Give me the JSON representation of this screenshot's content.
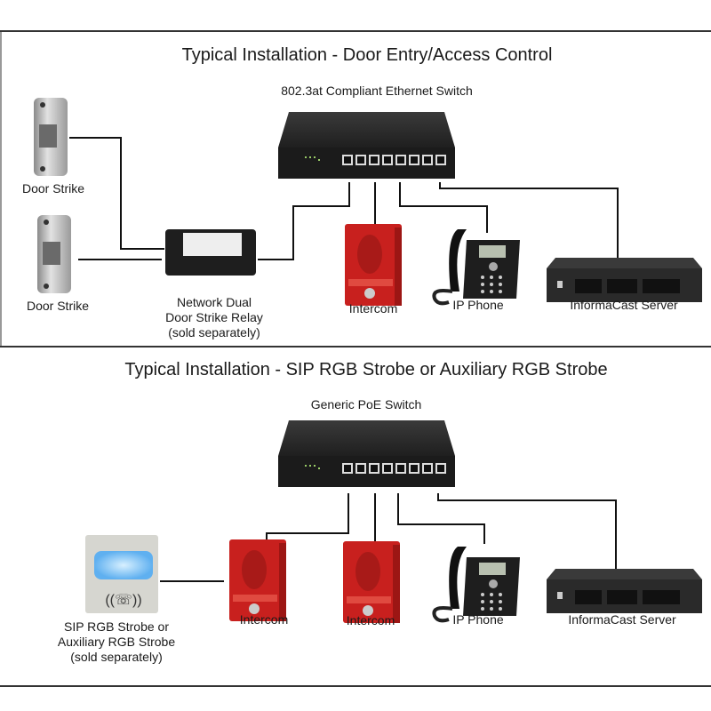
{
  "sections": [
    {
      "title": "Typical Installation - Door Entry/Access Control",
      "switch_label": "802.3at Compliant Ethernet Switch",
      "devices": {
        "door_strike_1": "Door Strike",
        "door_strike_2": "Door Strike",
        "relay": [
          "Network Dual",
          "Door Strike Relay",
          "(sold separately)"
        ],
        "intercom": "Intercom",
        "ip_phone": "IP Phone",
        "server": "InformaCast Server"
      }
    },
    {
      "title": "Typical Installation - SIP RGB Strobe or Auxiliary RGB Strobe",
      "switch_label": "Generic PoE Switch",
      "devices": {
        "strobe": [
          "SIP RGB Strobe or",
          "Auxiliary RGB Strobe",
          "(sold separately)"
        ],
        "intercom_1": "Intercom",
        "intercom_2": "Intercom",
        "ip_phone": "IP Phone",
        "server": "InformaCast Server"
      }
    }
  ],
  "colors": {
    "intercom_red": "#c8201e",
    "strobe_glow": "#7ec8ff",
    "switch_body": "#2a2a2a",
    "line": "#111111"
  }
}
